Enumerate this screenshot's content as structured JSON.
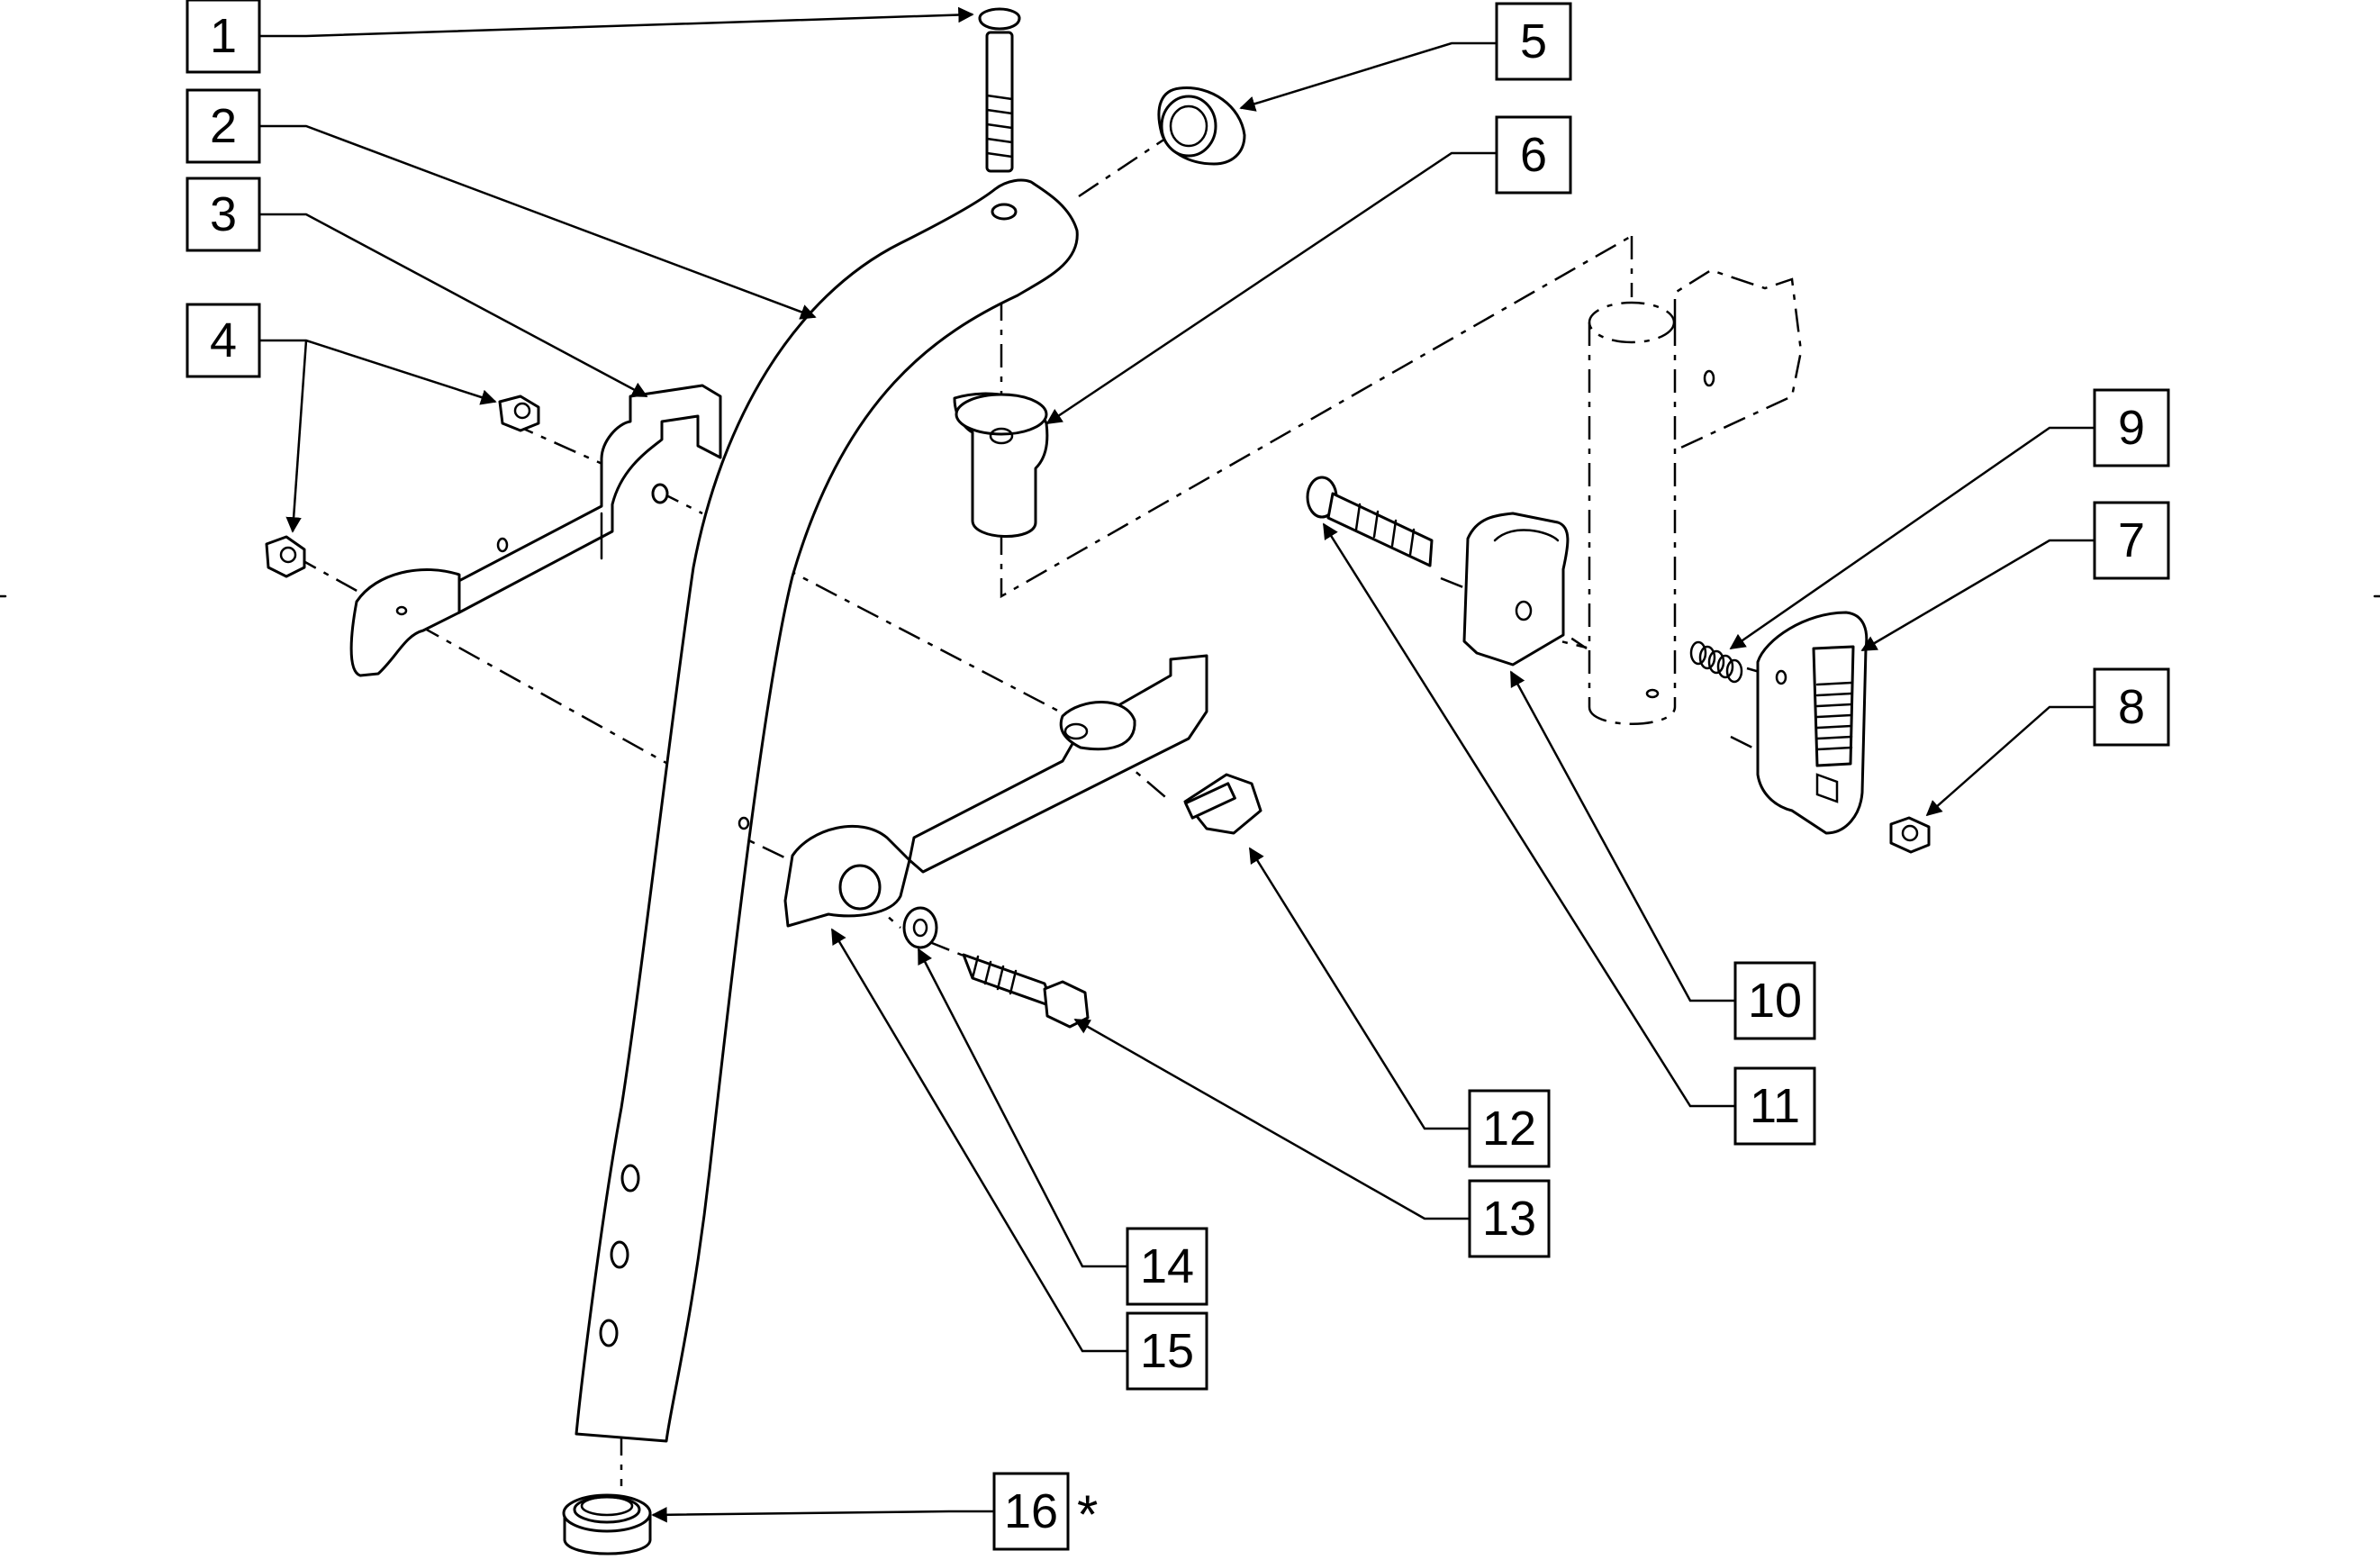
{
  "callouts": [
    {
      "id": "c1",
      "label": "1"
    },
    {
      "id": "c2",
      "label": "2"
    },
    {
      "id": "c3",
      "label": "3"
    },
    {
      "id": "c4",
      "label": "4"
    },
    {
      "id": "c5",
      "label": "5"
    },
    {
      "id": "c6",
      "label": "6"
    },
    {
      "id": "c7",
      "label": "7"
    },
    {
      "id": "c8",
      "label": "8"
    },
    {
      "id": "c9",
      "label": "9"
    },
    {
      "id": "c10",
      "label": "10"
    },
    {
      "id": "c11",
      "label": "11"
    },
    {
      "id": "c12",
      "label": "12"
    },
    {
      "id": "c13",
      "label": "13"
    },
    {
      "id": "c14",
      "label": "14"
    },
    {
      "id": "c15",
      "label": "15"
    },
    {
      "id": "c16",
      "label": "16"
    }
  ],
  "note_marker": "*",
  "colors": {
    "ink": "#000000",
    "paper": "#ffffff"
  }
}
